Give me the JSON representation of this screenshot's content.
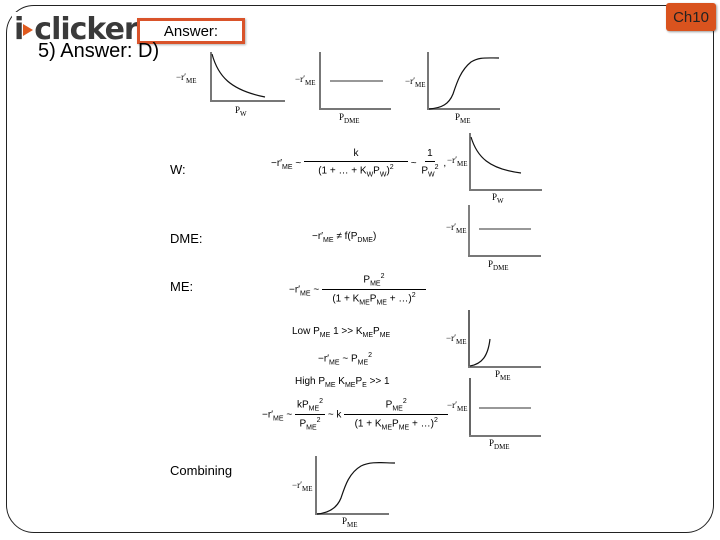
{
  "header": {
    "logo_text": "clicker",
    "logo_prefix": "i",
    "answer_box_label": "Answer:",
    "chapter_badge": "Ch10"
  },
  "question": {
    "title": "5)  Answer: D)"
  },
  "axis_labels": {
    "rate": "−r′",
    "rate_sub": "ME",
    "p": "P",
    "w_sub": "W",
    "dme_sub": "DME",
    "me_sub": "ME"
  },
  "top_graphs": [
    {
      "name": "rate-vs-pw",
      "shape": "decreasing",
      "x_sub": "W"
    },
    {
      "name": "rate-vs-pdme",
      "shape": "flat",
      "x_sub": "DME"
    },
    {
      "name": "rate-vs-pme",
      "shape": "sigmoid",
      "x_sub": "ME"
    }
  ],
  "rows": {
    "w": {
      "label": "W:",
      "eq_lhs": "−r′",
      "eq_lhs_sub": "ME",
      "approx": "~",
      "num": "k",
      "den": "(1 + … + K",
      "den_sub1": "W",
      "den_mid": "P",
      "den_sub2": "W",
      "den_end": ")",
      "den_sup": "2",
      "approx2": "~",
      "num2": "1",
      "den2": "P",
      "den2_sub": "W",
      "den2_sup": "2",
      "comma": ","
    },
    "dme": {
      "label": "DME:",
      "eq": "−r′",
      "eq_sub": "ME",
      "neq": "≠ f(P",
      "neq_sub": "DME",
      "close": ")"
    },
    "me": {
      "label": "ME:",
      "eq_lhs": "−r′",
      "eq_lhs_sub": "ME",
      "approx": "~",
      "num": "P",
      "num_sub": "ME",
      "num_sup": "2",
      "den": "(1 + K",
      "den_sub1": "ME",
      "den_mid": "P",
      "den_sub2": "ME",
      "den_end": " + …)",
      "den_sup": "2",
      "low_label": "Low  P",
      "low_sub": "ME",
      "low_cond": "  1 >> K",
      "low_cond_sub1": "ME",
      "low_cond_mid": "P",
      "low_cond_sub2": "ME",
      "low_eq": "−r′",
      "low_eq_sub": "ME",
      "low_eq_rhs": " ~ P",
      "low_eq_rhs_sub": "ME",
      "low_eq_rhs_sup": "2",
      "high_label": "High  P",
      "high_sub": "ME",
      "high_cond": "  K",
      "high_cond_sub1": "ME",
      "high_cond_mid": "P",
      "high_cond_sub2": "E",
      "high_cond_end": " >> 1",
      "high_eq_lhs": "−r′",
      "high_eq_lhs_sub": "ME",
      "high_num": "kP",
      "high_num_sub": "ME",
      "high_num_sup": "2",
      "high_den": "P",
      "high_den_sub": "ME",
      "high_den_sup": "2",
      "high_k": "~ k",
      "high_num2": "P",
      "high_num2_sub": "ME",
      "high_num2_sup": "2",
      "high_den2": "(1 + K",
      "high_den2_sub1": "ME",
      "high_den2_mid": "P",
      "high_den2_sub2": "ME",
      "high_den2_end": " + …)",
      "high_den2_sup": "2"
    },
    "combining": {
      "label": "Combining"
    }
  }
}
